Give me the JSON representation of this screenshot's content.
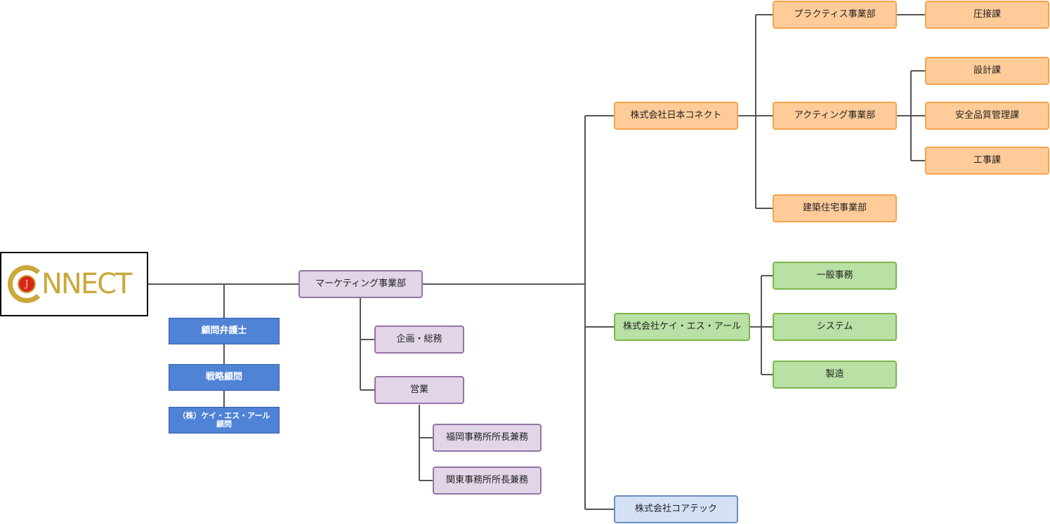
{
  "logo": {
    "letter": "J",
    "text": "NNECT"
  },
  "advisors": {
    "lawyer": "顧問弁護士",
    "strategy": "戦略顧問",
    "ksr_advisor_line1": "（株）ケイ・エス・アール",
    "ksr_advisor_line2": "顧問"
  },
  "marketing": {
    "label": "マーケティング事業部",
    "planning": "企画・総務",
    "sales": "営業",
    "fukuoka": "福岡事務所所長兼務",
    "kanto": "関東事務所所長兼務"
  },
  "nihon_connect": {
    "label": "株式会社日本コネクト",
    "practice": "プラクティス事業部",
    "acting": "アクティング事業部",
    "architecture": "建築住宅事業部",
    "pressure": "圧接課",
    "design": "設計課",
    "safety": "安全品質管理課",
    "construction": "工事課"
  },
  "ksr": {
    "label": "株式会社ケイ・エス・アール",
    "general": "一般事務",
    "system": "システム",
    "manufacturing": "製造"
  },
  "coretech": {
    "label": "株式会社コアテック"
  },
  "colors": {
    "line": "#555555",
    "purple_fill": "#e1d5e7",
    "orange_fill": "#ffcc99",
    "green_fill": "#b9e0a5",
    "blue_fill": "#5083d6",
    "light_blue_fill": "#d4e1f5",
    "logo_gold": "#c9a93c",
    "logo_red": "#d8261c"
  }
}
